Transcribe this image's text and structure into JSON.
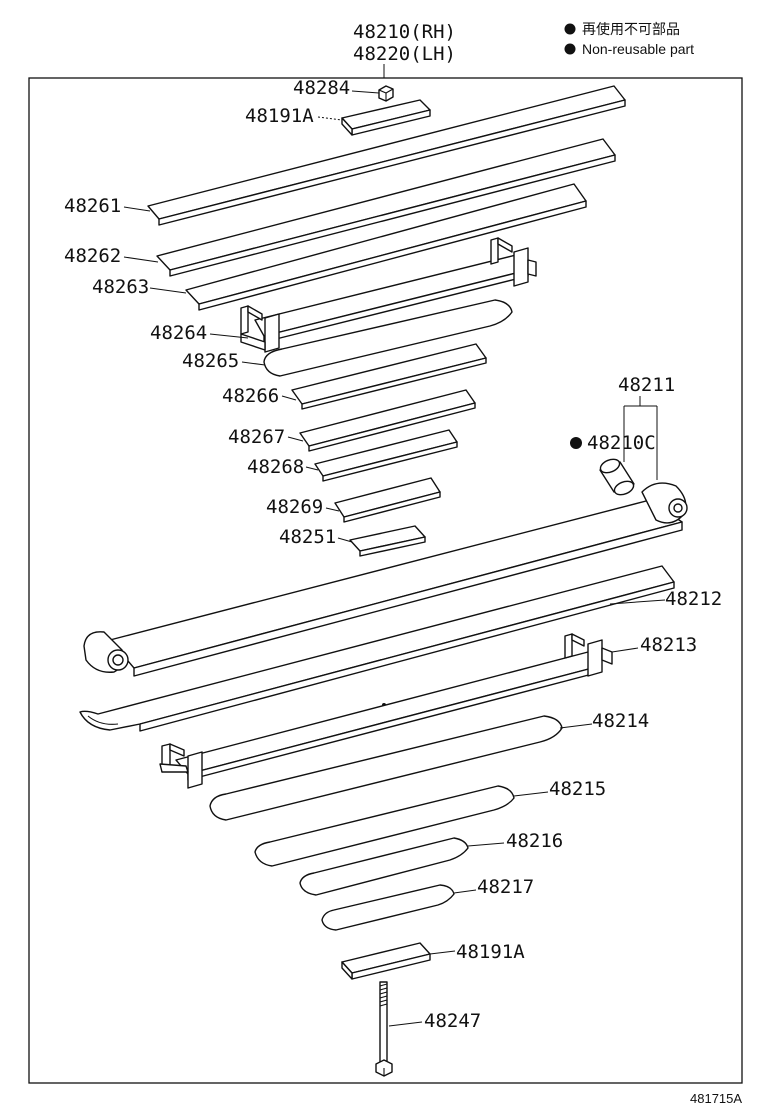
{
  "header": {
    "assembly_rh": "48210(RH)",
    "assembly_lh": "48220(LH)"
  },
  "legend": {
    "marker_color": "#111111",
    "line_jp": "再使用不可部品",
    "line_en": "Non-reusable part"
  },
  "illustration_code": "481715A",
  "parts": [
    {
      "id": "48284"
    },
    {
      "id": "48191A"
    },
    {
      "id": "48261"
    },
    {
      "id": "48262"
    },
    {
      "id": "48263"
    },
    {
      "id": "48264"
    },
    {
      "id": "48265"
    },
    {
      "id": "48266"
    },
    {
      "id": "48267"
    },
    {
      "id": "48268"
    },
    {
      "id": "48269"
    },
    {
      "id": "48251"
    },
    {
      "id": "48211"
    },
    {
      "id": "48210C",
      "non_reusable": true
    },
    {
      "id": "48212"
    },
    {
      "id": "48213"
    },
    {
      "id": "48214"
    },
    {
      "id": "48215"
    },
    {
      "id": "48216"
    },
    {
      "id": "48217"
    },
    {
      "id": "48191A"
    },
    {
      "id": "48247"
    }
  ]
}
